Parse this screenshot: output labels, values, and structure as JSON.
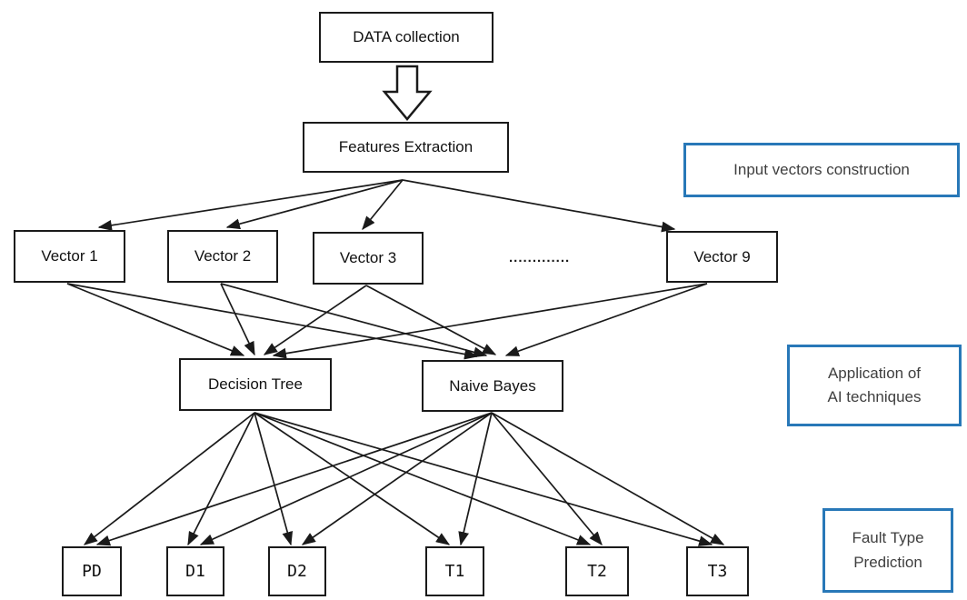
{
  "nodes": {
    "data_collection": {
      "label": "DATA collection"
    },
    "features_extraction": {
      "label": "Features Extraction"
    },
    "vector_1": {
      "label": "Vector 1"
    },
    "vector_2": {
      "label": "Vector 2"
    },
    "vector_3": {
      "label": "Vector 3"
    },
    "vector_ellipsis": {
      "label": "............."
    },
    "vector_9": {
      "label": "Vector 9"
    },
    "decision_tree": {
      "label": "Decision Tree"
    },
    "naive_bayes": {
      "label": "Naive Bayes"
    },
    "pd": {
      "label": "PD"
    },
    "d1": {
      "label": "D1"
    },
    "d2": {
      "label": "D2"
    },
    "t1": {
      "label": "T1"
    },
    "t2": {
      "label": "T2"
    },
    "t3": {
      "label": "T3"
    }
  },
  "stage_labels": {
    "input_vectors": {
      "label": "Input vectors construction"
    },
    "ai_techniques": {
      "line1": "Application of",
      "line2": "AI techniques"
    },
    "fault_type": {
      "line1": "Fault Type",
      "line2": "Prediction"
    }
  },
  "colors": {
    "stage_border": "#2878b8",
    "stage_text": "#3f3f3f",
    "node_border": "#1a1a1a",
    "arrow": "#1a1a1a",
    "background": "#ffffff"
  }
}
